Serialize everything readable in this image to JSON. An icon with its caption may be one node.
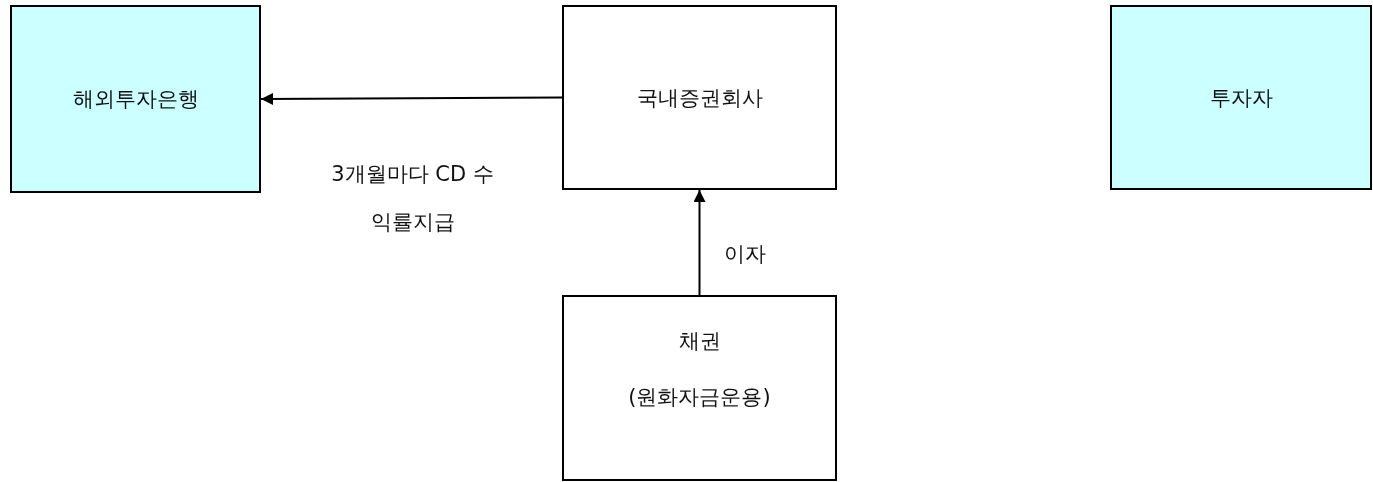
{
  "diagram": {
    "nodes": [
      {
        "text": [
          "해외투자은행"
        ]
      },
      {
        "text": [
          "국내증권회사"
        ]
      },
      {
        "text": [
          "투자자"
        ]
      },
      {
        "text": [
          "채권",
          "(원화자금운용)"
        ]
      }
    ],
    "edges": [
      {
        "from": 1,
        "to": 0,
        "arrow": "to",
        "label": "3개월마다 CD 수익률지급"
      },
      {
        "from": 3,
        "to": 1,
        "arrow": "to",
        "label": "이자"
      }
    ]
  }
}
